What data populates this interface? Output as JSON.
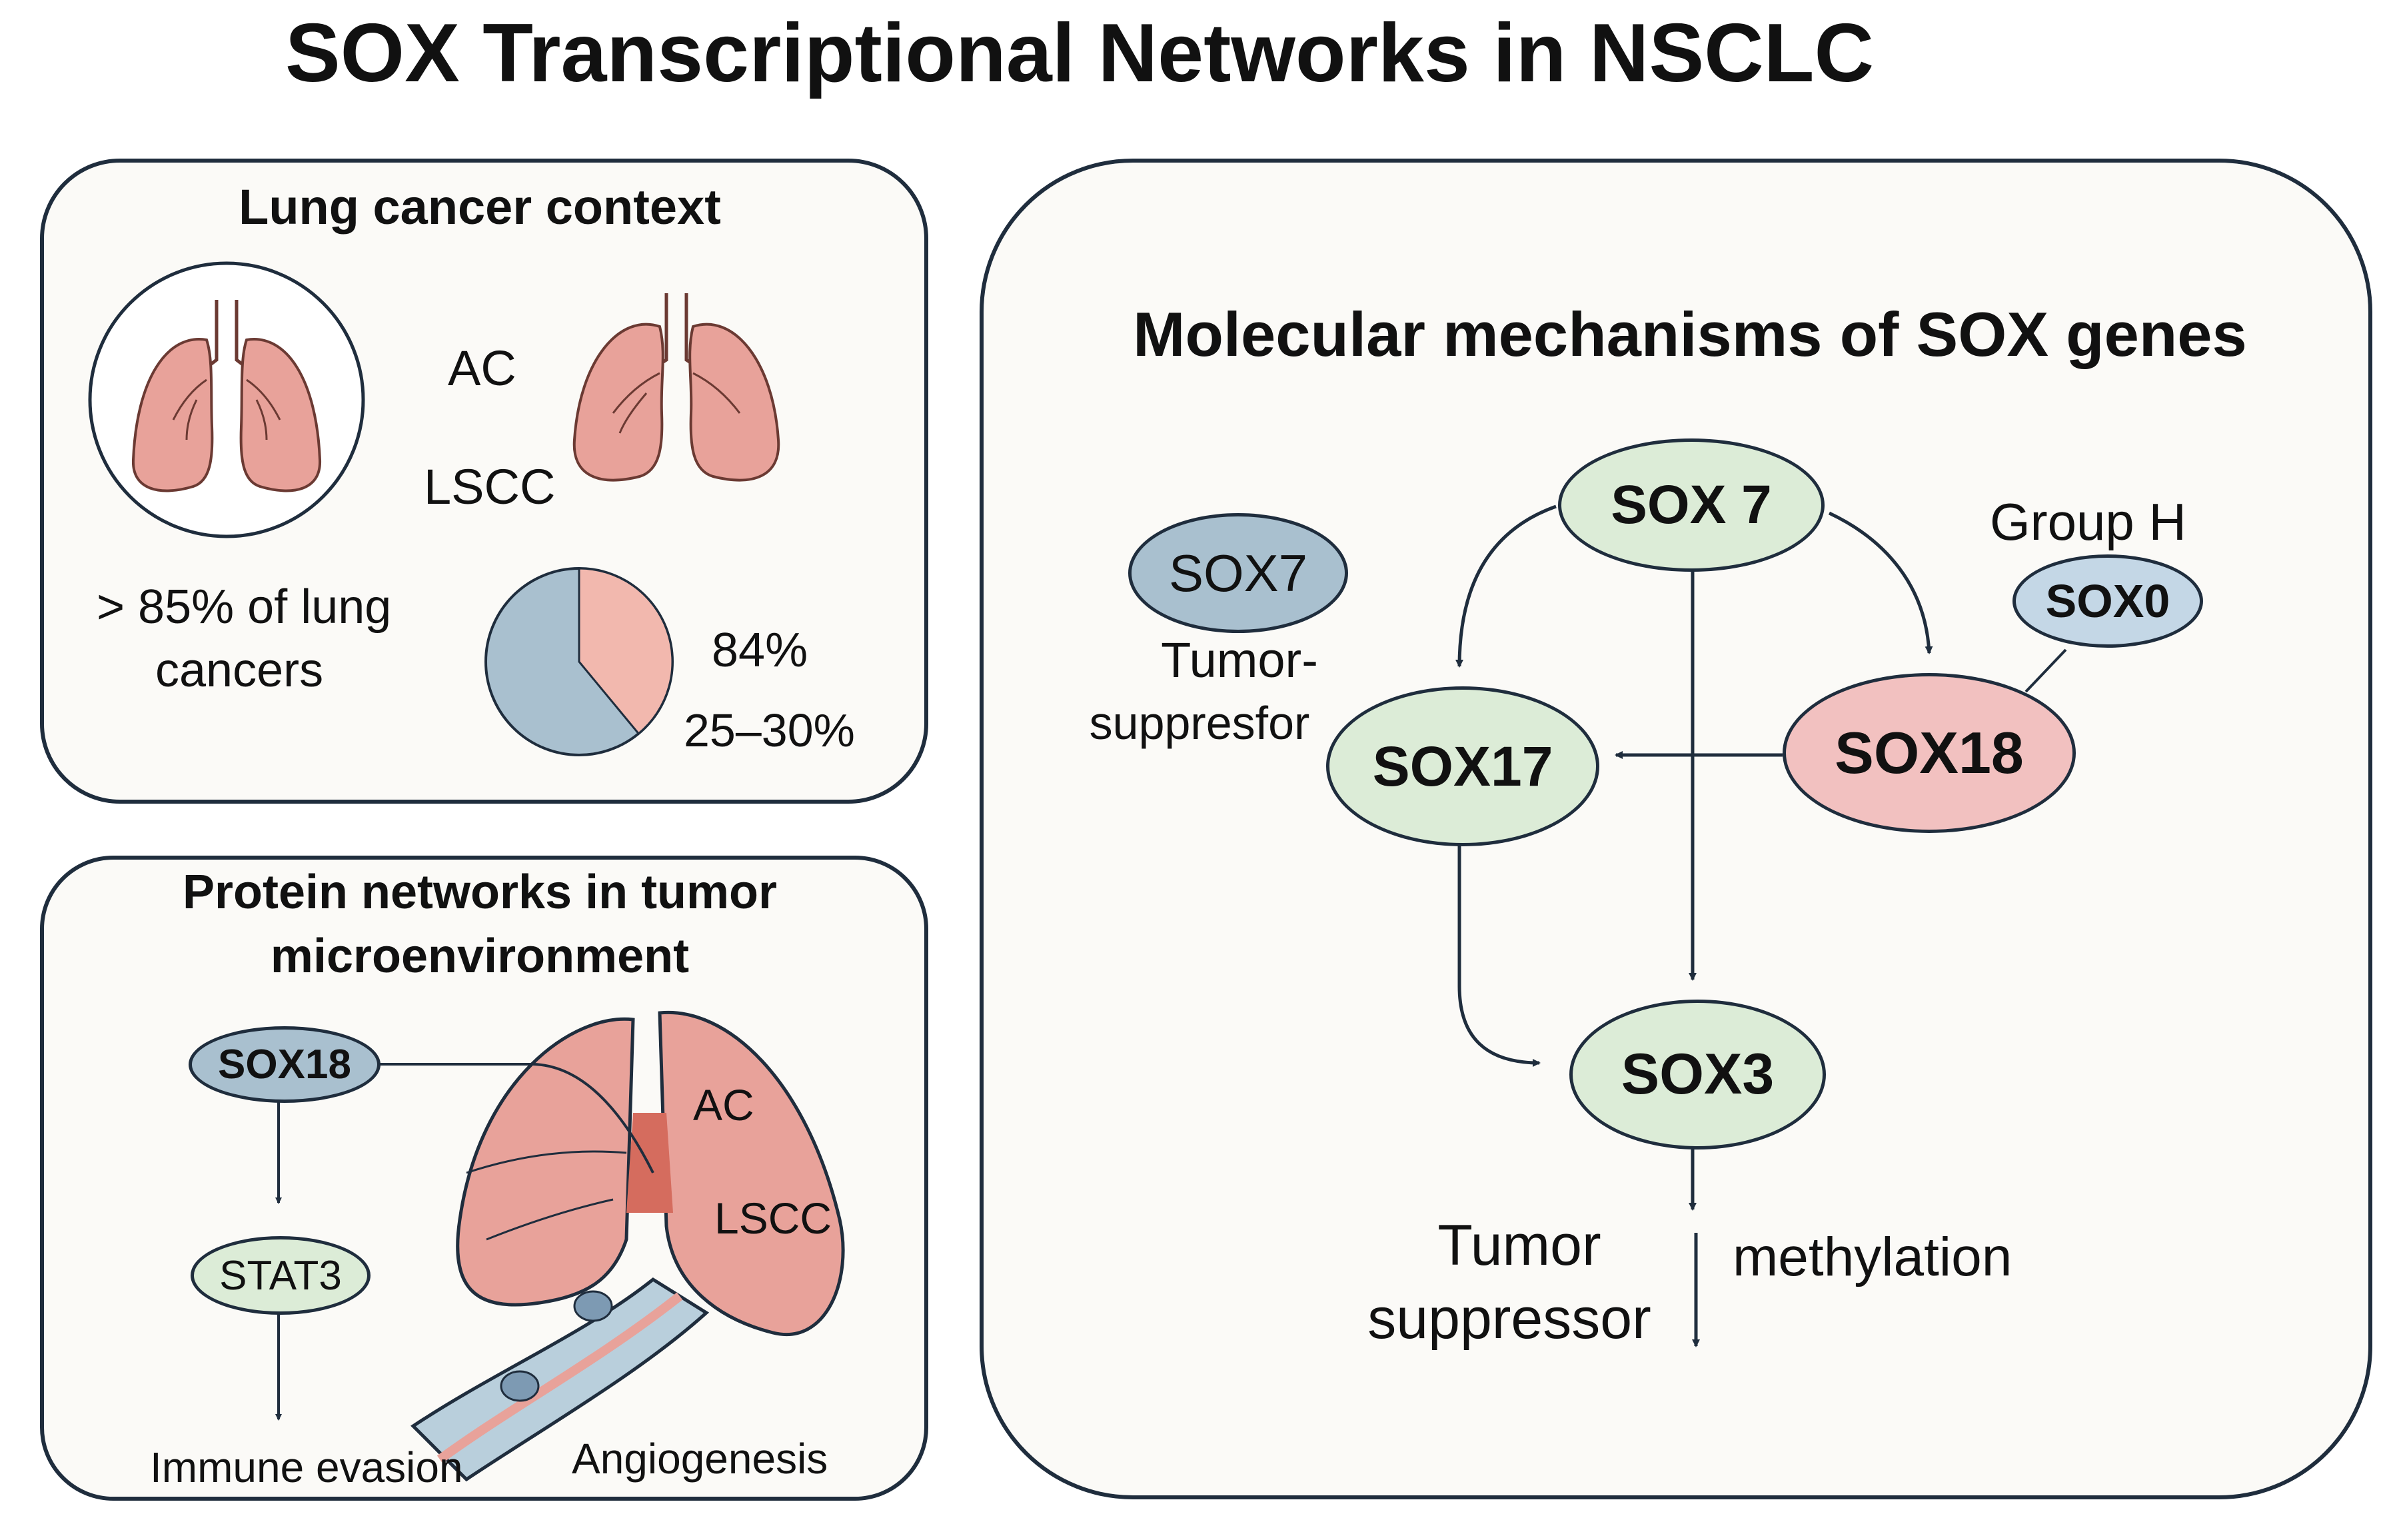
{
  "title": "SOX Transcriptional Networks in NSCLC",
  "panel_context": {
    "heading": "Lung cancer context",
    "label_ac": "AC",
    "label_lscc": "LSCC",
    "stat_line1": "> 85% of lung",
    "stat_line2": "cancers",
    "pct_84": "84%",
    "pct_range": "25–30%",
    "pie_fraction_red": 0.39
  },
  "panel_network": {
    "heading_line1": "Protein networks in tumor",
    "heading_line2": "microenvironment",
    "node_sox18": "SOX18",
    "node_stat3": "STAT3",
    "outcome_immune": "Immune evasion",
    "outcome_angio": "Angiogenesis",
    "label_ac": "AC",
    "label_lscc": "LSCC"
  },
  "panel_mechanisms": {
    "heading": "Molecular mechanisms of SOX genes",
    "node_sox7_top": "SOX 7",
    "node_sox7_side": "SOX7",
    "side_label_1": "Tumor-",
    "side_label_2": "suppresfor",
    "group_label": "Group H",
    "node_sox0": "SOX0",
    "node_sox17": "SOX17",
    "node_sox18": "SOX18",
    "node_sox3": "SOX3",
    "bottom_left_1": "Tumor",
    "bottom_left_2": "suppressor",
    "bottom_right": "methylation"
  },
  "colors": {
    "outline": "#1f2d3d",
    "green_node": "#dcecd7",
    "red_node": "#f2c1c0",
    "blue_node": "#a9c0cf",
    "lung_pink": "#e8a29a",
    "pie_blue": "#a9c0cf",
    "pie_red": "#f2b8ae"
  }
}
